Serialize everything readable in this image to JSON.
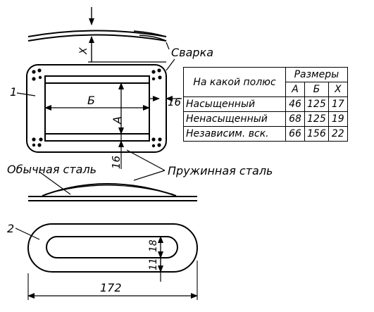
{
  "labels": {
    "welding": "Сварка",
    "part1": "1",
    "part2": "2",
    "dim_b": "Б",
    "dim_a": "А",
    "dim_x": "Х",
    "dim_16_right": "16",
    "dim_16_bottom": "16",
    "dim_18": "18",
    "dim_11": "11",
    "dim_172": "172",
    "ordinary_steel": "Обычная сталь",
    "spring_steel": "Пружинная сталь"
  },
  "table": {
    "header_left": "На какой полюс",
    "header_group": "Размеры",
    "columns": [
      "А",
      "Б",
      "Х"
    ],
    "rows": [
      {
        "name": "Насыщенный",
        "a": "46",
        "b": "125",
        "x": "17"
      },
      {
        "name": "Ненасыщенный",
        "a": "68",
        "b": "125",
        "x": "19"
      },
      {
        "name": "Независим. вск.",
        "a": "66",
        "b": "156",
        "x": "22"
      }
    ]
  }
}
